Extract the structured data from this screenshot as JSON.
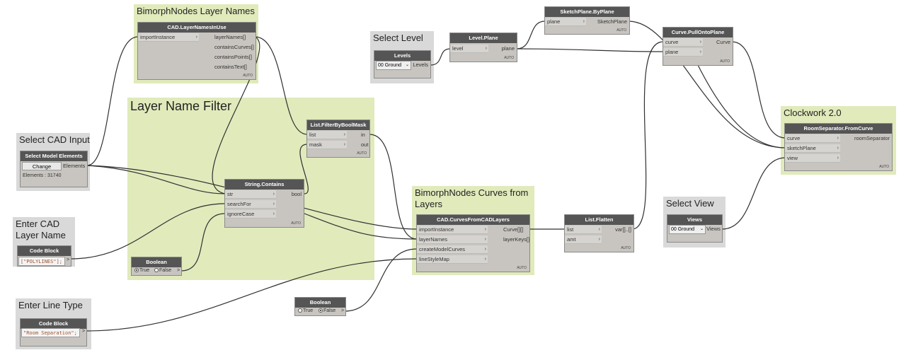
{
  "groups": {
    "bimorph_layer_names": "BimorphNodes Layer Names",
    "layer_name_filter": "Layer Name Filter",
    "select_cad_input": "Select CAD Input",
    "enter_cad_layer_name": "Enter CAD\nLayer Name",
    "enter_line_type": "Enter Line Type",
    "select_level": "Select Level",
    "bimorph_curves": "BimorphNodes Curves from\nLayers",
    "select_view": "Select View",
    "clockwork": "Clockwork 2.0"
  },
  "nodes": {
    "layer_names_in_use": {
      "title": "CAD.LayerNamesInUse",
      "in": [
        "importInstance"
      ],
      "out": [
        "layerNames[]",
        "containsCurves[]",
        "containsPoints[]",
        "containsText[]"
      ],
      "auto": "AUTO"
    },
    "filter_by_bool_mask": {
      "title": "List.FilterByBoolMask",
      "in": [
        "list",
        "mask"
      ],
      "out": [
        "in",
        "out"
      ],
      "auto": "AUTO"
    },
    "select_model_elements": {
      "title": "Select Model Elements",
      "change_label": "Change",
      "out": "Elements",
      "info": "Elements : 31740"
    },
    "string_contains": {
      "title": "String.Contains",
      "in": [
        "str",
        "searchFor",
        "ignoreCase"
      ],
      "out": [
        "bool"
      ],
      "auto": "AUTO"
    },
    "code_block_layer": {
      "title": "Code Block",
      "code": "[\"POLYLINES\"];",
      "out": ">"
    },
    "boolean_true": {
      "title": "Boolean",
      "opt_true": "True",
      "opt_false": "False",
      "selected": "True",
      "out": ">"
    },
    "code_block_line": {
      "title": "Code Block",
      "code": "\"Room Separation\";",
      "out": ">"
    },
    "levels": {
      "title": "Levels",
      "selected": "00 Ground",
      "out": "Levels"
    },
    "level_plane": {
      "title": "Level.Plane",
      "in": [
        "level"
      ],
      "out": [
        "plane"
      ],
      "auto": "AUTO"
    },
    "sketch_plane": {
      "title": "SketchPlane.ByPlane",
      "in": [
        "plane"
      ],
      "out": [
        "SketchPlane"
      ],
      "auto": "AUTO"
    },
    "pull_onto_plane": {
      "title": "Curve.PullOntoPlane",
      "in": [
        "curve",
        "plane"
      ],
      "out": [
        "Curve"
      ],
      "auto": "AUTO"
    },
    "curves_from_cad": {
      "title": "CAD.CurvesFromCADLayers",
      "in": [
        "importInstance",
        "layerNames",
        "createModelCurves",
        "lineStyleMap"
      ],
      "out": [
        "Curve[][]",
        "layerKeys[]"
      ],
      "auto": "AUTO"
    },
    "boolean_false": {
      "title": "Boolean",
      "opt_true": "True",
      "opt_false": "False",
      "selected": "False",
      "out": ">"
    },
    "list_flatten": {
      "title": "List.Flatten",
      "in": [
        "list",
        "amt"
      ],
      "out": [
        "var[]..[]"
      ],
      "auto": "AUTO"
    },
    "views": {
      "title": "Views",
      "selected": "00 Ground",
      "out": "Views"
    },
    "room_separator": {
      "title": "RoomSeparator.FromCurve",
      "in": [
        "curve",
        "sketchPlane",
        "view"
      ],
      "out": [
        "roomSeparator"
      ],
      "auto": "AUTO"
    }
  },
  "colors": {
    "group_lime": "#e0eabb",
    "group_gray": "#d9d9d9",
    "node_header": "#555555",
    "node_body": "#c8c5c0",
    "wire": "#303030"
  }
}
